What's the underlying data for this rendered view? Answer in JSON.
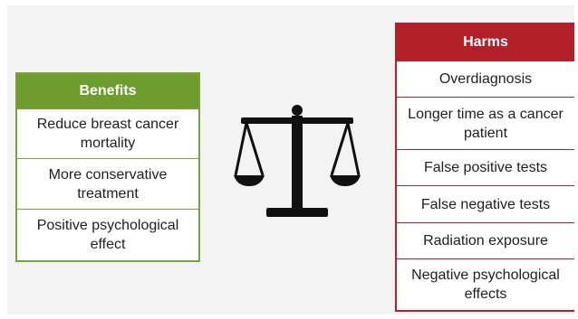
{
  "benefits": {
    "title": "Benefits",
    "items": [
      "Reduce breast cancer mortality",
      "More conservative treatment",
      "Positive psychological effect"
    ]
  },
  "harms": {
    "title": "Harms",
    "items": [
      "Overdiagnosis",
      "Longer time as a cancer patient",
      "False positive tests",
      "False negative tests",
      "Radiation exposure",
      "Negative psychological effects"
    ]
  },
  "colors": {
    "benefits_accent": "#6f9c2e",
    "harms_accent": "#b32029",
    "scale": "#111111",
    "background": "#f3f3f3"
  },
  "icons": {
    "center": "balance-scale-icon"
  }
}
